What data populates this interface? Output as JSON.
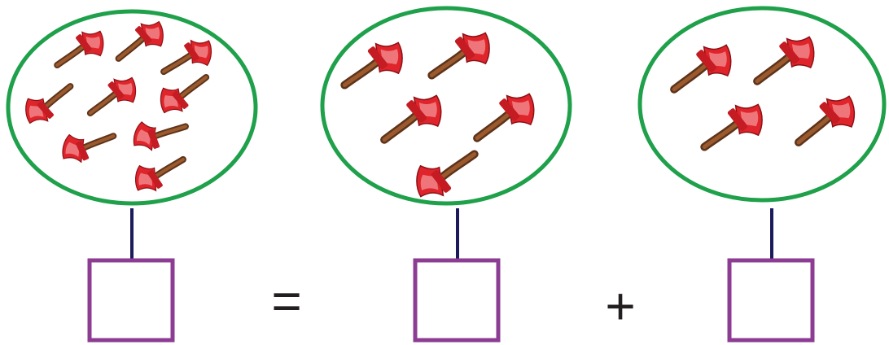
{
  "groups": [
    {
      "id": "total",
      "axe_count": 9,
      "answer_box_value": ""
    },
    {
      "id": "addend-1",
      "axe_count": 5,
      "answer_box_value": ""
    },
    {
      "id": "addend-2",
      "axe_count": 4,
      "answer_box_value": ""
    }
  ],
  "operators": {
    "equals": "=",
    "plus": "+"
  },
  "colors": {
    "oval_stroke": "#1fa04a",
    "connector": "#1b1a5c",
    "box_stroke": "#8c3d93",
    "axe_blade": "#e0242b",
    "axe_blade_highlight": "#f6a3a6",
    "axe_handle": "#7a4524"
  },
  "icon": "axe-icon"
}
